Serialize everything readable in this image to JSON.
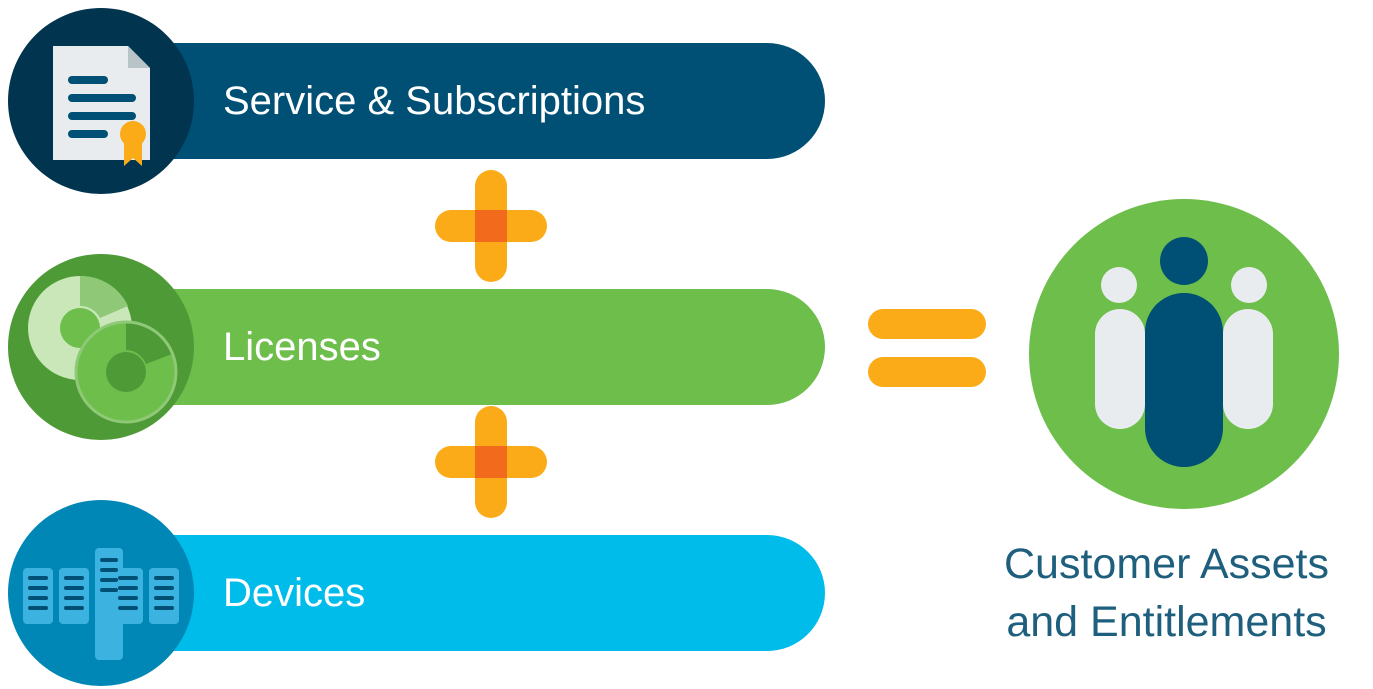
{
  "items": [
    {
      "label": "Service & Subscriptions",
      "icon": "certificate-document-icon",
      "color": "#004f74"
    },
    {
      "label": "Licenses",
      "icon": "license-discs-icon",
      "color": "#6dbe4b"
    },
    {
      "label": "Devices",
      "icon": "server-rack-icon",
      "color": "#00bceb"
    }
  ],
  "operators": {
    "plus_color": "#fbab18",
    "plus_overlap_color": "#f26b1d",
    "equals_color": "#fbab18"
  },
  "result": {
    "icon": "customer-group-icon",
    "color": "#6dbe4b",
    "label_line1": "Customer Assets",
    "label_line2": "and Entitlements",
    "label_color": "#1e5f7e"
  }
}
